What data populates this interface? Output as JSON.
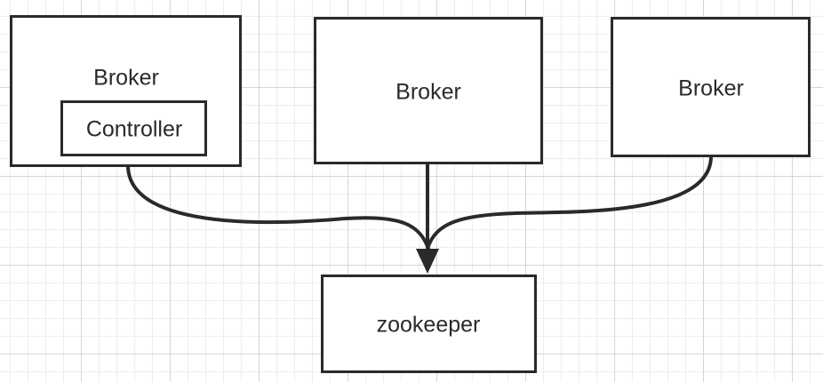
{
  "nodes": {
    "broker_1": {
      "label": "Broker"
    },
    "controller": {
      "label": "Controller"
    },
    "broker_2": {
      "label": "Broker"
    },
    "broker_3": {
      "label": "Broker"
    },
    "zookeeper": {
      "label": "zookeeper"
    }
  },
  "edges": [
    {
      "from": "broker_1",
      "to": "zookeeper"
    },
    {
      "from": "broker_2",
      "to": "zookeeper"
    },
    {
      "from": "broker_3",
      "to": "zookeeper"
    }
  ],
  "colors": {
    "stroke": "#2a2a2a",
    "grid": "#d6d6d6",
    "background": "#ffffff"
  }
}
